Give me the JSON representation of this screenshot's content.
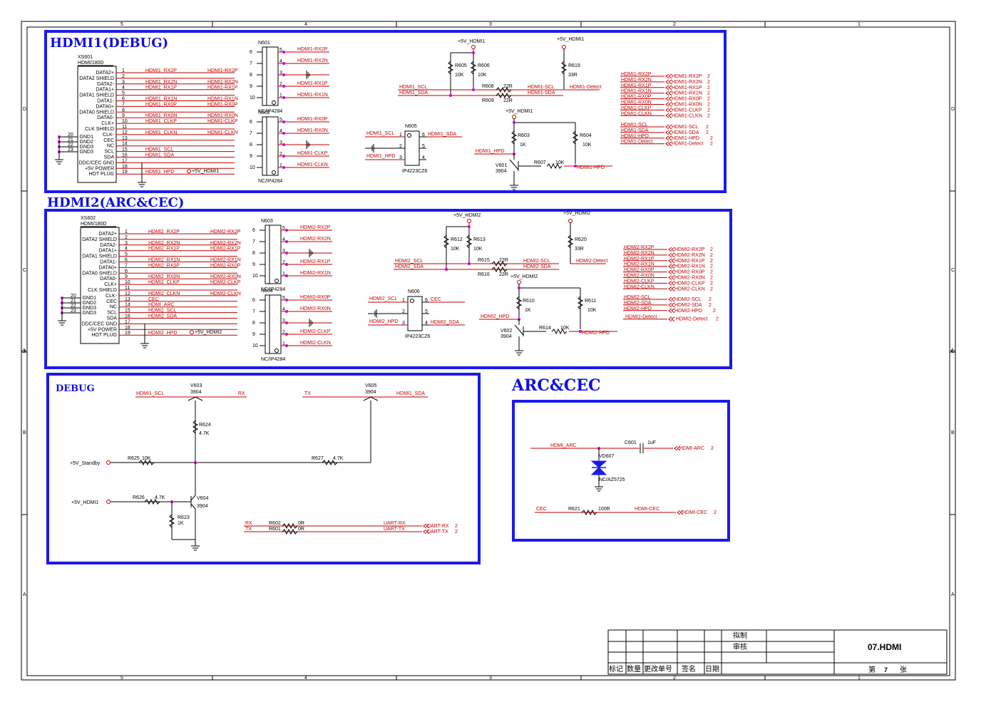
{
  "frame": {
    "col_labels": [
      "5",
      "4",
      "3",
      "2",
      "1"
    ],
    "row_labels": [
      "D",
      "C",
      "B",
      "A"
    ]
  },
  "sections": {
    "hdmi1": "HDMI1(DEBUG)",
    "hdmi2": "HDMI2(ARC&CEC)",
    "debug": "DEBUG",
    "arc": "ARC&CEC"
  },
  "hdmi1": {
    "connector": {
      "ref": "XS601",
      "part": "HDMI/180D"
    },
    "pins": [
      "DATA2+",
      "DATA2 SHIELD",
      "DATA2-",
      "DATA1+",
      "DATA1 SHIELD",
      "DATA1-",
      "DATA0+",
      "DATA0 SHIELD",
      "DATA0-",
      "CLK+",
      "CLK SHIELD",
      "CLK-",
      "CEC",
      "NC",
      "SCL",
      "SDA",
      "DDC/CEC GND",
      "+5V POWER",
      "HOT PLUG"
    ],
    "gnd_pins": [
      "GND1",
      "GND2",
      "GND3",
      "GND3"
    ],
    "gnd_nums": [
      "20",
      "21",
      "22",
      "23"
    ],
    "nets_left": [
      "HDMI1_RX2P",
      "",
      "HDMI1_RX2N",
      "HDMI1_RX1P",
      "",
      "HDMI1_RX1N",
      "HDMI1_RX0P",
      "",
      "HDMI1_RX0N",
      "HDMI1_CLKP",
      "",
      "HDMI1_CLKN",
      "",
      "",
      "HDMI1_SCL",
      "HDMI1_SDA",
      "",
      "",
      "HDMI1_HPD"
    ],
    "nets_right": [
      "HDMI1-RX2P",
      "",
      "HDMI1-RX2N",
      "HDMI1-RX1P",
      "",
      "HDMI1-RX1N",
      "HDMI1-RX0P",
      "",
      "HDMI1-RX0N",
      "HDMI1-CLKP",
      "",
      "HDMI1-CLKN",
      "",
      "",
      "",
      "",
      "",
      "",
      ""
    ],
    "power": "+5V_HDMI1",
    "tvs1": {
      "ref": "N601",
      "part": "NC/IP4284",
      "nets": [
        "HDMI1-RX2P",
        "HDMI1-RX2N",
        "",
        "HDMI1-RX1P",
        "HDMI1-RX1N"
      ]
    },
    "tvs2": {
      "ref": "N602",
      "part": "NC/IP4284",
      "nets": [
        "HDMI1-RX0P",
        "HDMI1-RX0N",
        "",
        "HDMI1-CLKP",
        "HDMI1-CLKN"
      ]
    },
    "esd": {
      "ref": "N605",
      "part": "IP4223CZ6",
      "l1": "HDMI1_SCL",
      "l3": "HDMI1_HPD",
      "r6": "HDMI1_SDA"
    },
    "pull": {
      "pwr": "+5V_HDMI1",
      "r1": "R605",
      "v1": "10K",
      "r2": "R606",
      "v2": "10K",
      "r3": "R608",
      "v3": "22R",
      "r4": "R609",
      "v4": "22R",
      "scl": "HDMI1_SCL",
      "sda": "HDMI1_SDA",
      "scl_r": "HDMI1-SCL",
      "sda_r": "HDMI1-SDA"
    },
    "det": {
      "pwr": "+5V_HDMI1",
      "r": "R619",
      "v": "33R",
      "net": "HDMI1-Detect"
    },
    "hpd": {
      "pwr": "+5V_HDMI1",
      "r1": "R603",
      "v1": "1K",
      "r2": "R604",
      "v2": "10K",
      "q": "V601",
      "qp": "3904",
      "r3": "R607",
      "v3": "10K",
      "net_in": "HDMI1_HPD",
      "net_out": "HDMI1-HPD"
    },
    "ports": [
      "HDMI1-RX2P",
      "HDMI1-RX2N",
      "HDMI1-RX1P",
      "HDMI1-RX1N",
      "HDMI1-RX0P",
      "HDMI1-RX0N",
      "HDMI1-CLKP",
      "HDMI1-CLKN"
    ],
    "ports2": [
      "HDMI1-SCL",
      "HDMI1-SDA",
      "HDMI1-HPD",
      "HDMI1-Detect"
    ]
  },
  "hdmi2": {
    "connector": {
      "ref": "XS602",
      "part": "HDMI/180D"
    },
    "pins": [
      "DATA2+",
      "DATA2 SHIELD",
      "DATA2-",
      "DATA1+",
      "DATA1 SHIELD",
      "DATA1-",
      "DATA0+",
      "DATA0 SHIELD",
      "DATA0-",
      "CLK+",
      "CLK SHIELD",
      "CLK-",
      "CEC",
      "NC",
      "SCL",
      "SDA",
      "DDC/CEC GND",
      "+5V POWER",
      "HOT PLUG"
    ],
    "gnd_pins": [
      "GND1",
      "GND2",
      "GND3",
      "GND3"
    ],
    "gnd_nums": [
      "20",
      "21",
      "22",
      "23"
    ],
    "nets_left": [
      "HDMI2_RX2P",
      "",
      "HDMI2_RX2N",
      "HDMI2_RX1P",
      "",
      "HDMI2_RX1N",
      "HDMI2_RX0P",
      "",
      "HDMI2_RX0N",
      "HDMI2_CLKP",
      "",
      "HDMI2_CLKN",
      "CEC",
      "HDMI_ARC",
      "HDMI2_SCL",
      "HDMI2_SDA",
      "",
      "",
      "HDMI2_HPD"
    ],
    "nets_right": [
      "HDMI2-RX2P",
      "",
      "HDMI2-RX2N",
      "HDMI2-RX1P",
      "",
      "HDMI2-RX1N",
      "HDMI2-RX0P",
      "",
      "HDMI2-RX0N",
      "HDMI2-CLKP",
      "",
      "HDMI2-CLKN",
      "",
      "",
      "",
      "",
      "",
      "",
      ""
    ],
    "power": "+5V_HDMI2",
    "tvs1": {
      "ref": "N603",
      "part": "NC/IP4284",
      "nets": [
        "HDMI2-RX2P",
        "HDMI2-RX2N",
        "",
        "HDMI2-RX1P",
        "HDMI2-RX1N"
      ]
    },
    "tvs2": {
      "ref": "N604",
      "part": "NC/IP4284",
      "nets": [
        "HDMI2-RX0P",
        "HDMI2-RX0N",
        "",
        "HDMI2-CLKP",
        "HDMI2-CLKN"
      ]
    },
    "esd": {
      "ref": "N606",
      "part": "IP4223CZ6",
      "l1": "HDMI2_SCL",
      "l3": "HDMI2_HPD",
      "r6": "CEC",
      "r4": "HDMI2_SDA"
    },
    "pull": {
      "pwr": "+5V_HDMI2",
      "r1": "R612",
      "v1": "10K",
      "r2": "R613",
      "v2": "10K",
      "r3": "R615",
      "v3": "22R",
      "r4": "R616",
      "v4": "22R",
      "scl": "HDMI2_SCL",
      "sda": "HDMI2_SDA",
      "scl_r": "HDMI2-SCL",
      "sda_r": "HDMI2-SDA"
    },
    "det": {
      "pwr": "+5V_HDMI2",
      "r": "R620",
      "v": "33R",
      "net": "HDMI2-Detect"
    },
    "hpd": {
      "pwr": "+5V_HDMI2",
      "r1": "R610",
      "v1": "1K",
      "r2": "R611",
      "v2": "10K",
      "q": "V602",
      "qp": "3904",
      "r3": "R614",
      "v3": "10K",
      "net_in": "HDMI2_HPD",
      "net_out": "HDMI2-HPD"
    },
    "ports": [
      "HDMI2-RX2P",
      "HDMI2-RX2N",
      "HDMI2-RX1P",
      "HDMI2-RX1N",
      "HDMI2-RX0P",
      "HDMI2-RX0N",
      "HDMI2-CLKP",
      "HDMI2-CLKN"
    ],
    "ports2": [
      "HDMI2-SCL",
      "HDMI2-SDA",
      "HDMI2-HPD"
    ],
    "port_det": "HDMI2-Detect"
  },
  "debug": {
    "q1": "V603",
    "q1p": "3904",
    "q2": "V605",
    "q2p": "3904",
    "q3": "V604",
    "q3p": "3904",
    "scl": "HDMI1_SCL",
    "rx": "RX",
    "tx": "TX",
    "sda": "HDMI1_SDA",
    "r624": "R624",
    "r624v": "4.7K",
    "r625": "R625",
    "r625v": "10K",
    "r627": "R627",
    "r627v": "4.7K",
    "r626": "R626",
    "r626v": "4.7K",
    "r623": "R623",
    "r623v": "1K",
    "standby": "+5V_Standby",
    "hdmi1": "+5V_HDMI1",
    "r602": "R602",
    "r602v": "0R",
    "r601": "R601",
    "r601v": "0R",
    "uart_rx": "UART-RX",
    "uart_tx": "UART-TX"
  },
  "arc": {
    "net": "HDMI_ARC",
    "cap": "C601",
    "capv": "1uF",
    "port": "HDMI-ARC",
    "diode": "VD607",
    "diodep": "NC/AZ5725",
    "cec": "CEC",
    "r": "R621",
    "rv": "100R",
    "cec_net": "HDMI-CEC",
    "cec_port": "HDMI-CEC"
  },
  "title_block": {
    "draw": "拟制",
    "check": "审核",
    "title": "07.HDMI",
    "h1": "标记",
    "h2": "数量",
    "h3": "更改单号",
    "h4": "签名",
    "h5": "日期",
    "sheet_pre": "第",
    "sheet_no": "7",
    "sheet_post": "张"
  },
  "port_num": "2"
}
